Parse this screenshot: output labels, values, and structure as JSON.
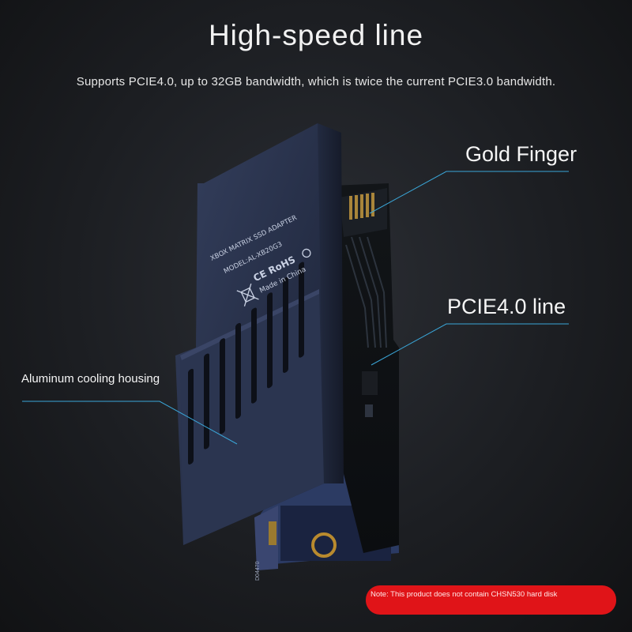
{
  "header": {
    "title": "High-speed line",
    "subtitle": "Supports PCIE4.0, up to 32GB bandwidth, which is twice the current PCIE3.0 bandwidth."
  },
  "callouts": {
    "gold_finger": "Gold Finger",
    "pcie_line": "PCIE4.0 line",
    "aluminum_housing": "Aluminum cooling housing"
  },
  "adapter_label": {
    "line1": "XBOX MATRIX SSD ADAPTER",
    "line2": "MODEL:AL-XB20G3",
    "line3": "CE RoHS",
    "line4": "Made in China"
  },
  "ssd_label": "D04470",
  "note": "Note: This product does not contain CHSN530 hard disk",
  "colors": {
    "background": "#1c1e22",
    "housing": "#2a3450",
    "callout_line": "#3aa6d8",
    "note_bg": "#e01418"
  }
}
